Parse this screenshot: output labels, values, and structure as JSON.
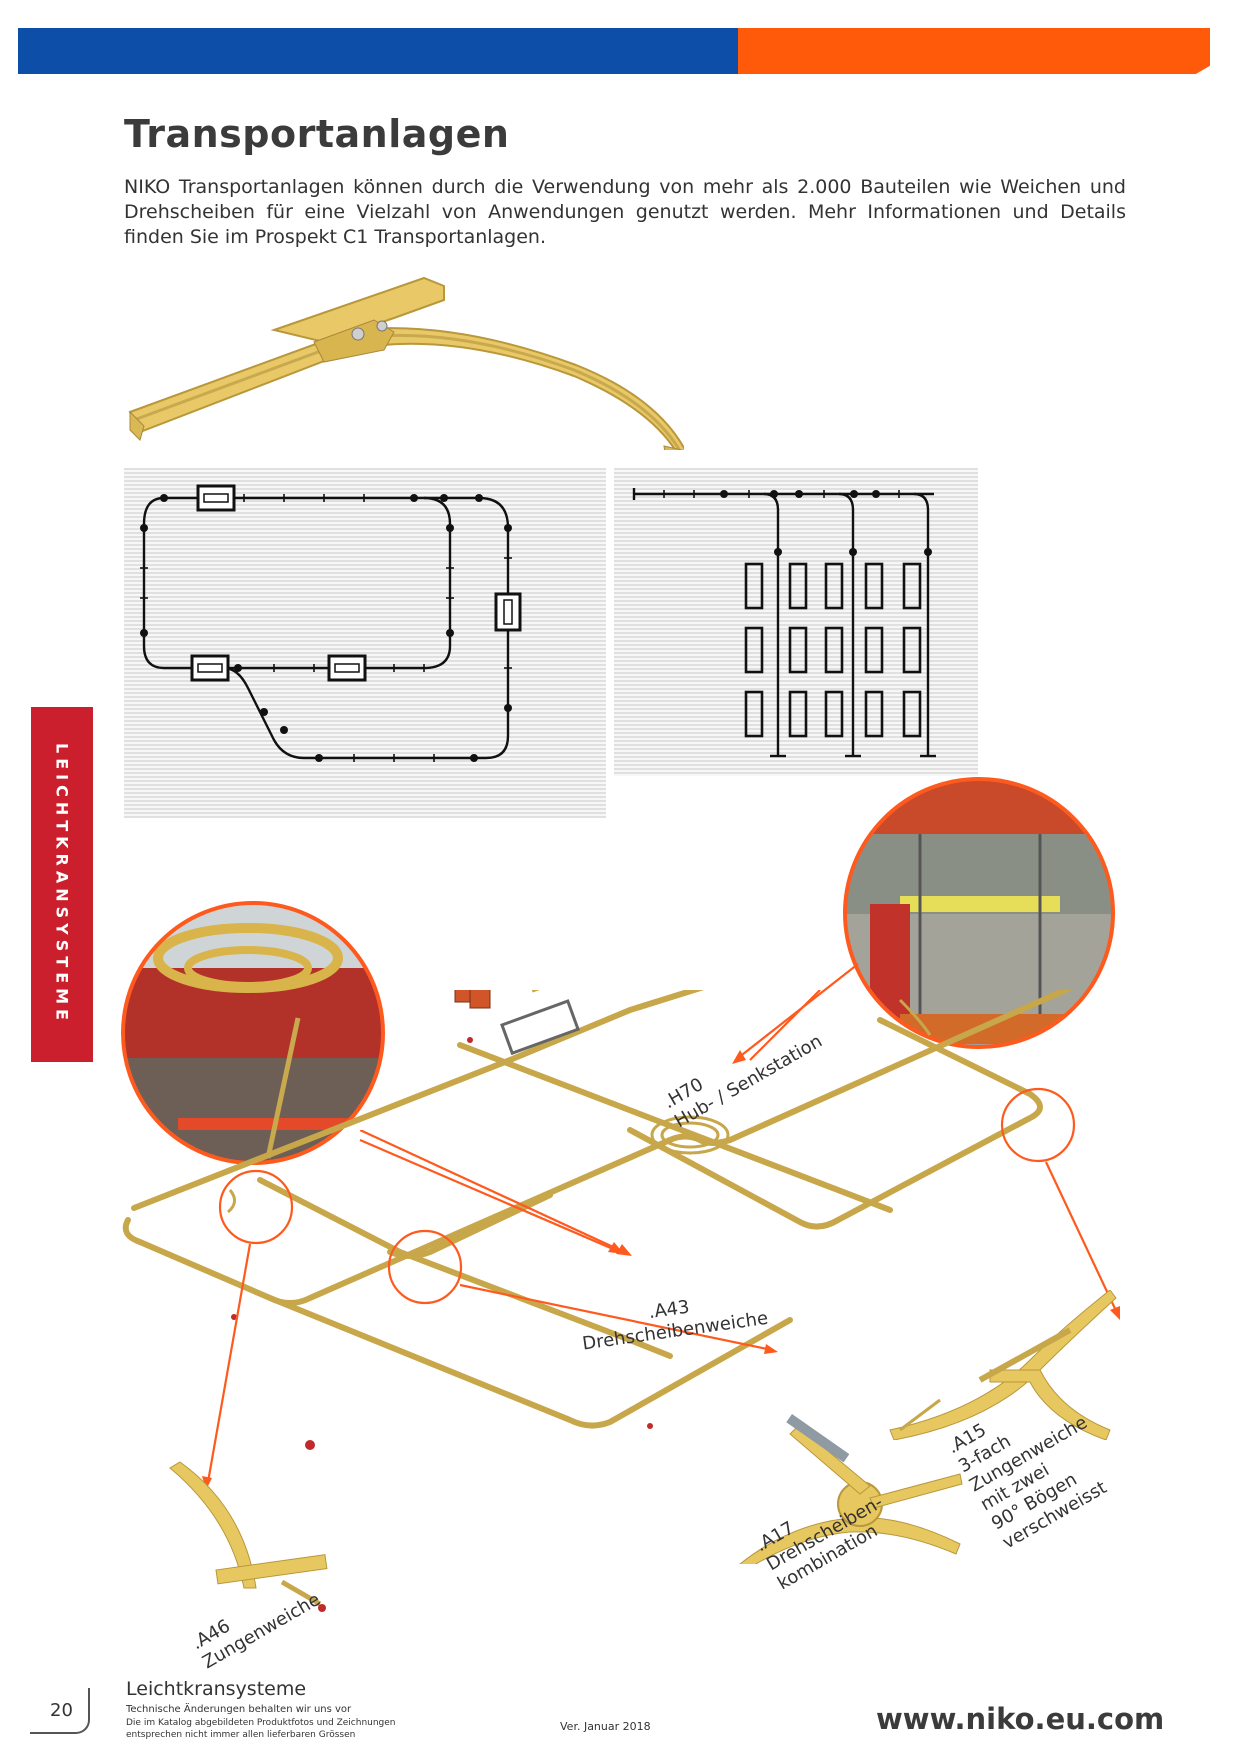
{
  "colors": {
    "header_blue": "#0d4fa8",
    "header_orange": "#ff5a0a",
    "side_tab_red": "#cc1f2d",
    "track_yellow": "#e7c860",
    "arrow_orange": "#ff5a1e"
  },
  "header": {
    "title": "Transportanlagen"
  },
  "intro": "NIKO Transportanlagen können durch die Verwendung von mehr als 2.000 Bauteilen wie Weichen und Drehscheiben für eine Vielzahl von Anwendungen genutzt werden. Mehr Informationen und Details finden Sie im Prospekt C1 Transportanlagen.",
  "side_tab": {
    "label": "LEICHTKRANSYSTEME"
  },
  "labels": {
    "h70": {
      "code": ".H70",
      "name": "Hub- / Senkstation"
    },
    "a43": {
      "code": ".A43",
      "name": "Drehscheibenweiche"
    },
    "a15": {
      "code": ".A15",
      "line1": "3-fach",
      "line2": "Zungenweiche",
      "line3": "mit zwei",
      "line4": "90° Bögen",
      "line5": "verschweisst"
    },
    "a17": {
      "code": ".A17",
      "line1": "Drehscheiben-",
      "line2": "kombination"
    },
    "a46": {
      "code": ".A46",
      "name": "Zungenweiche"
    }
  },
  "footer": {
    "page_number": "20",
    "section": "Leichtkransysteme",
    "note_line1": "Technische Änderungen behalten wir uns vor",
    "note_line2": "Die im Katalog abgebildeten Produktfotos und Zeichnungen",
    "note_line3": "entsprechen nicht immer allen lieferbaren Grössen",
    "version": "Ver. Januar 2018",
    "url": "www.niko.eu.com"
  }
}
